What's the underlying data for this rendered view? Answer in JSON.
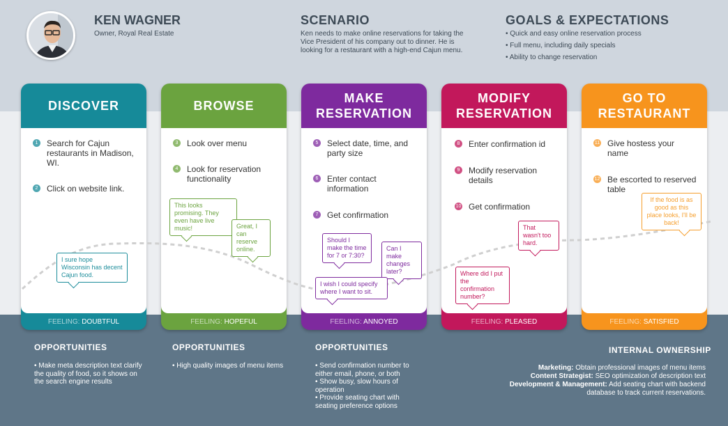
{
  "persona": {
    "name": "KEN WAGNER",
    "role": "Owner, Royal Real Estate"
  },
  "scenario": {
    "title": "SCENARIO",
    "text": "Ken needs to make online reservations for taking the Vice President of his company out to dinner. He is looking for a restaurant with a high-end Cajun menu."
  },
  "goals": {
    "title": "GOALS & EXPECTATIONS",
    "items": [
      "Quick and easy online reservation process",
      "Full menu, including daily specials",
      "Ability to change reservation"
    ]
  },
  "feeling_label": "FEELING:",
  "stages": [
    {
      "title": "DISCOVER",
      "color": "#168a99",
      "feeling": "DOUBTFUL",
      "steps": [
        {
          "num": "1",
          "text": "Search for Cajun restaurants in Madison, WI."
        },
        {
          "num": "2",
          "text": "Click on website link."
        }
      ]
    },
    {
      "title": "BROWSE",
      "color": "#6ba33f",
      "feeling": "HOPEFUL",
      "steps": [
        {
          "num": "3",
          "text": "Look over menu"
        },
        {
          "num": "4",
          "text": "Look for reservation functionality"
        }
      ]
    },
    {
      "title": "MAKE RESERVATION",
      "color": "#7e2a9e",
      "feeling": "ANNOYED",
      "steps": [
        {
          "num": "5",
          "text": "Select date, time, and party size"
        },
        {
          "num": "6",
          "text": "Enter contact information"
        },
        {
          "num": "7",
          "text": "Get confirmation"
        }
      ]
    },
    {
      "title": "MODIFY RESERVATION",
      "color": "#c2185b",
      "feeling": "PLEASED",
      "steps": [
        {
          "num": "8",
          "text": "Enter confirmation id"
        },
        {
          "num": "9",
          "text": "Modify reservation details"
        },
        {
          "num": "10",
          "text": "Get confirmation"
        }
      ]
    },
    {
      "title": "GO TO RESTAURANT",
      "color": "#f7941d",
      "feeling": "SATISFIED",
      "steps": [
        {
          "num": "11",
          "text": "Give hostess your name"
        },
        {
          "num": "12",
          "text": "Be escorted to reserved table"
        }
      ]
    }
  ],
  "bubbles": [
    {
      "text": "I sure hope Wisconsin has decent Cajun food."
    },
    {
      "text": "This looks promising. They even have live music!"
    },
    {
      "text": "Great, I can reserve online."
    },
    {
      "text": "Should I make the time for 7 or 7:30?"
    },
    {
      "text": "Can I make changes later?"
    },
    {
      "text": "I wish I could specify where I want to sit."
    },
    {
      "text": "That wasn't too hard."
    },
    {
      "text": "Where did I put the confirmation number?"
    },
    {
      "text": "If the food is as good as this place looks, I'll be back!"
    }
  ],
  "opportunities": [
    {
      "title": "OPPORTUNITIES",
      "items": [
        "Make meta description text clarify the quality of food, so it shows on the search engine results"
      ]
    },
    {
      "title": "OPPORTUNITIES",
      "items": [
        "High quality images of menu items"
      ]
    },
    {
      "title": "OPPORTUNITIES",
      "items": [
        "Send confirmation number to either email, phone, or both",
        "Show busy, slow hours of operation",
        "Provide seating chart with seating preference options"
      ]
    }
  ],
  "ownership": {
    "title": "INTERNAL OWNERSHIP",
    "items": [
      {
        "role": "Marketing:",
        "text": "Obtain professional images of menu items"
      },
      {
        "role": "Content Strategist:",
        "text": "SEO optimization of description text"
      },
      {
        "role": "Development & Management:",
        "text": "Add seating chart with backend database to track current reservations."
      }
    ]
  }
}
